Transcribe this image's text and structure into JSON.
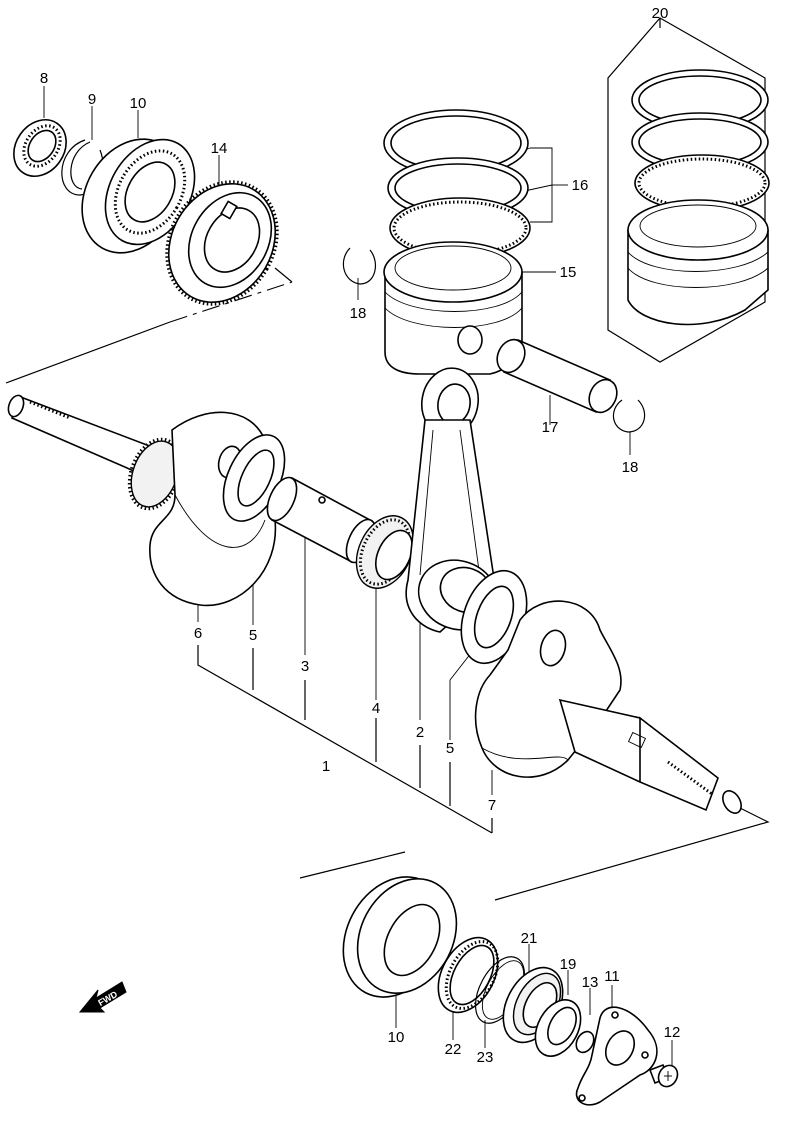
{
  "callouts": {
    "p1": "1",
    "p2": "2",
    "p3": "3",
    "p4": "4",
    "p5a": "5",
    "p5b": "5",
    "p6": "6",
    "p7": "7",
    "p8": "8",
    "p9": "9",
    "p10a": "10",
    "p10b": "10",
    "p11": "11",
    "p12": "12",
    "p13": "13",
    "p14": "14",
    "p15": "15",
    "p16": "16",
    "p17": "17",
    "p18a": "18",
    "p18b": "18",
    "p19": "19",
    "p20": "20",
    "p21": "21",
    "p22": "22",
    "p23": "23"
  },
  "fwd_label": "FWD",
  "fwd_icon": "arrow-icon"
}
